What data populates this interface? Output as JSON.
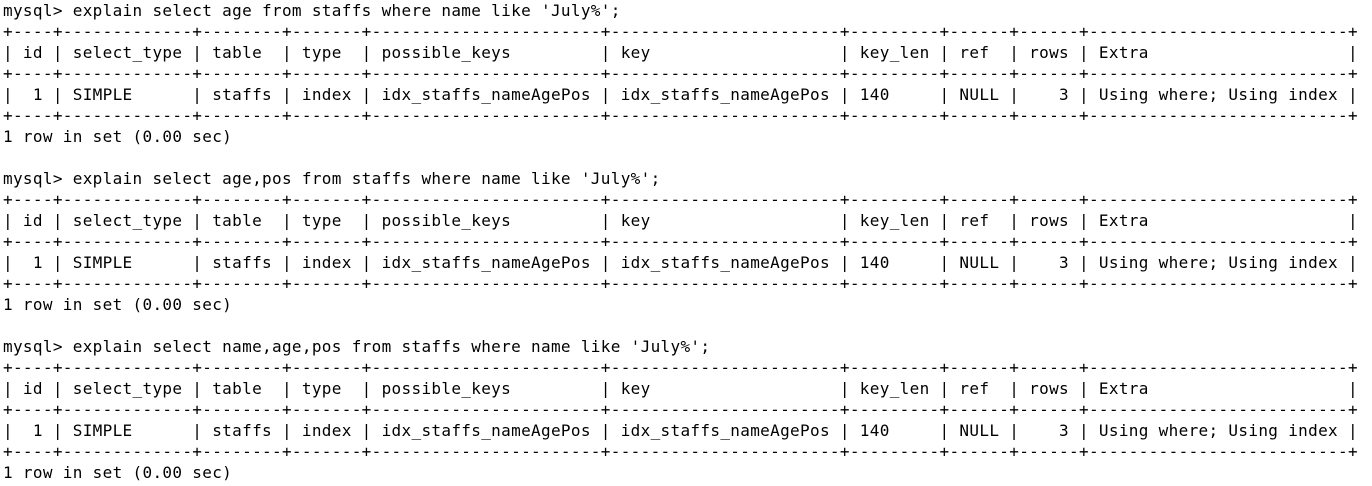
{
  "queries": [
    {
      "command": "mysql> explain select age from staffs where name like 'July%';",
      "border": "+----+-------------+--------+-------+-----------------------+-----------------------+---------+------+------+--------------------------+",
      "header": "| id | select_type | table  | type  | possible_keys         | key                   | key_len | ref  | rows | Extra                    |",
      "row": "|  1 | SIMPLE      | staffs | index | idx_staffs_nameAgePos | idx_staffs_nameAgePos | 140     | NULL |    3 | Using where; Using index |",
      "footer": "1 row in set (0.00 sec)"
    },
    {
      "command": "mysql> explain select age,pos from staffs where name like 'July%';",
      "border": "+----+-------------+--------+-------+-----------------------+-----------------------+---------+------+------+--------------------------+",
      "header": "| id | select_type | table  | type  | possible_keys         | key                   | key_len | ref  | rows | Extra                    |",
      "row": "|  1 | SIMPLE      | staffs | index | idx_staffs_nameAgePos | idx_staffs_nameAgePos | 140     | NULL |    3 | Using where; Using index |",
      "footer": "1 row in set (0.00 sec)"
    },
    {
      "command": "mysql> explain select name,age,pos from staffs where name like 'July%';",
      "border": "+----+-------------+--------+-------+-----------------------+-----------------------+---------+------+------+--------------------------+",
      "header": "| id | select_type | table  | type  | possible_keys         | key                   | key_len | ref  | rows | Extra                    |",
      "row": "|  1 | SIMPLE      | staffs | index | idx_staffs_nameAgePos | idx_staffs_nameAgePos | 140     | NULL |    3 | Using where; Using index |",
      "footer": "1 row in set (0.00 sec)"
    }
  ]
}
